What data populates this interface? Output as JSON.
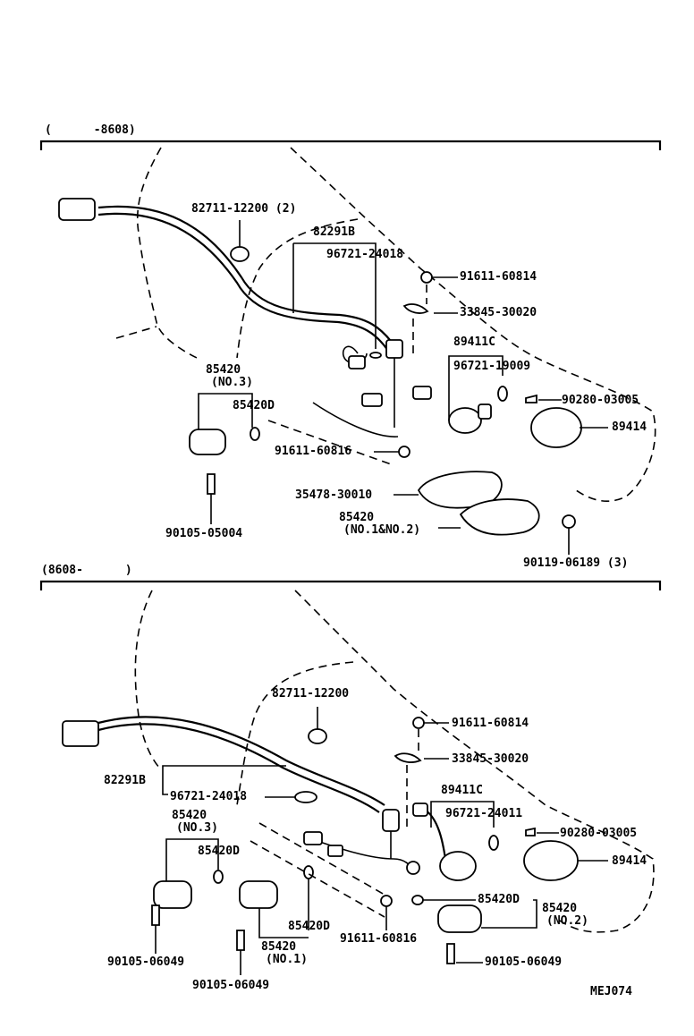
{
  "diagram": {
    "code": "MEJ074",
    "sections": [
      {
        "range_label": "(      -8608)",
        "labels": {
          "clamp": "82711-12200 (2)",
          "harness": "82291B",
          "oring_top": "96721-24018",
          "bolt_top": "91611-60814",
          "plate": "33845-30020",
          "sensor_group": "89411C",
          "oring_sensor": "96721-19009",
          "pin": "90280-03005",
          "sensor": "89414",
          "solenoid_no3": "85420",
          "solenoid_no3_sub": "(NO.3)",
          "oring_no3": "85420D",
          "bolt_mid": "91611-60816",
          "gasket": "35478-30010",
          "solenoid_no12": "85420",
          "solenoid_no12_sub": "(NO.1&NO.2)",
          "bolt_no3": "90105-05004",
          "bolt_no12": "90119-06189 (3)"
        }
      },
      {
        "range_label": "(8608-      )",
        "labels": {
          "clamp": "82711-12200",
          "bolt_top": "91611-60814",
          "plate": "33845-30020",
          "harness": "82291B",
          "oring_harness": "96721-24018",
          "sensor_group": "89411C",
          "oring_sensor": "96721-24011",
          "pin": "90280-03005",
          "sensor": "89414",
          "solenoid_no3": "85420",
          "solenoid_no3_sub": "(NO.3)",
          "oring_no3": "85420D",
          "oring_no1": "85420D",
          "solenoid_no1": "85420",
          "solenoid_no1_sub": "(NO.1)",
          "bolt_mid": "91611-60816",
          "oring_no2": "85420D",
          "solenoid_no2": "85420",
          "solenoid_no2_sub": "(NO.2)",
          "bolt_no3": "90105-06049",
          "bolt_no1": "90105-06049",
          "bolt_no2": "90105-06049"
        }
      }
    ]
  }
}
